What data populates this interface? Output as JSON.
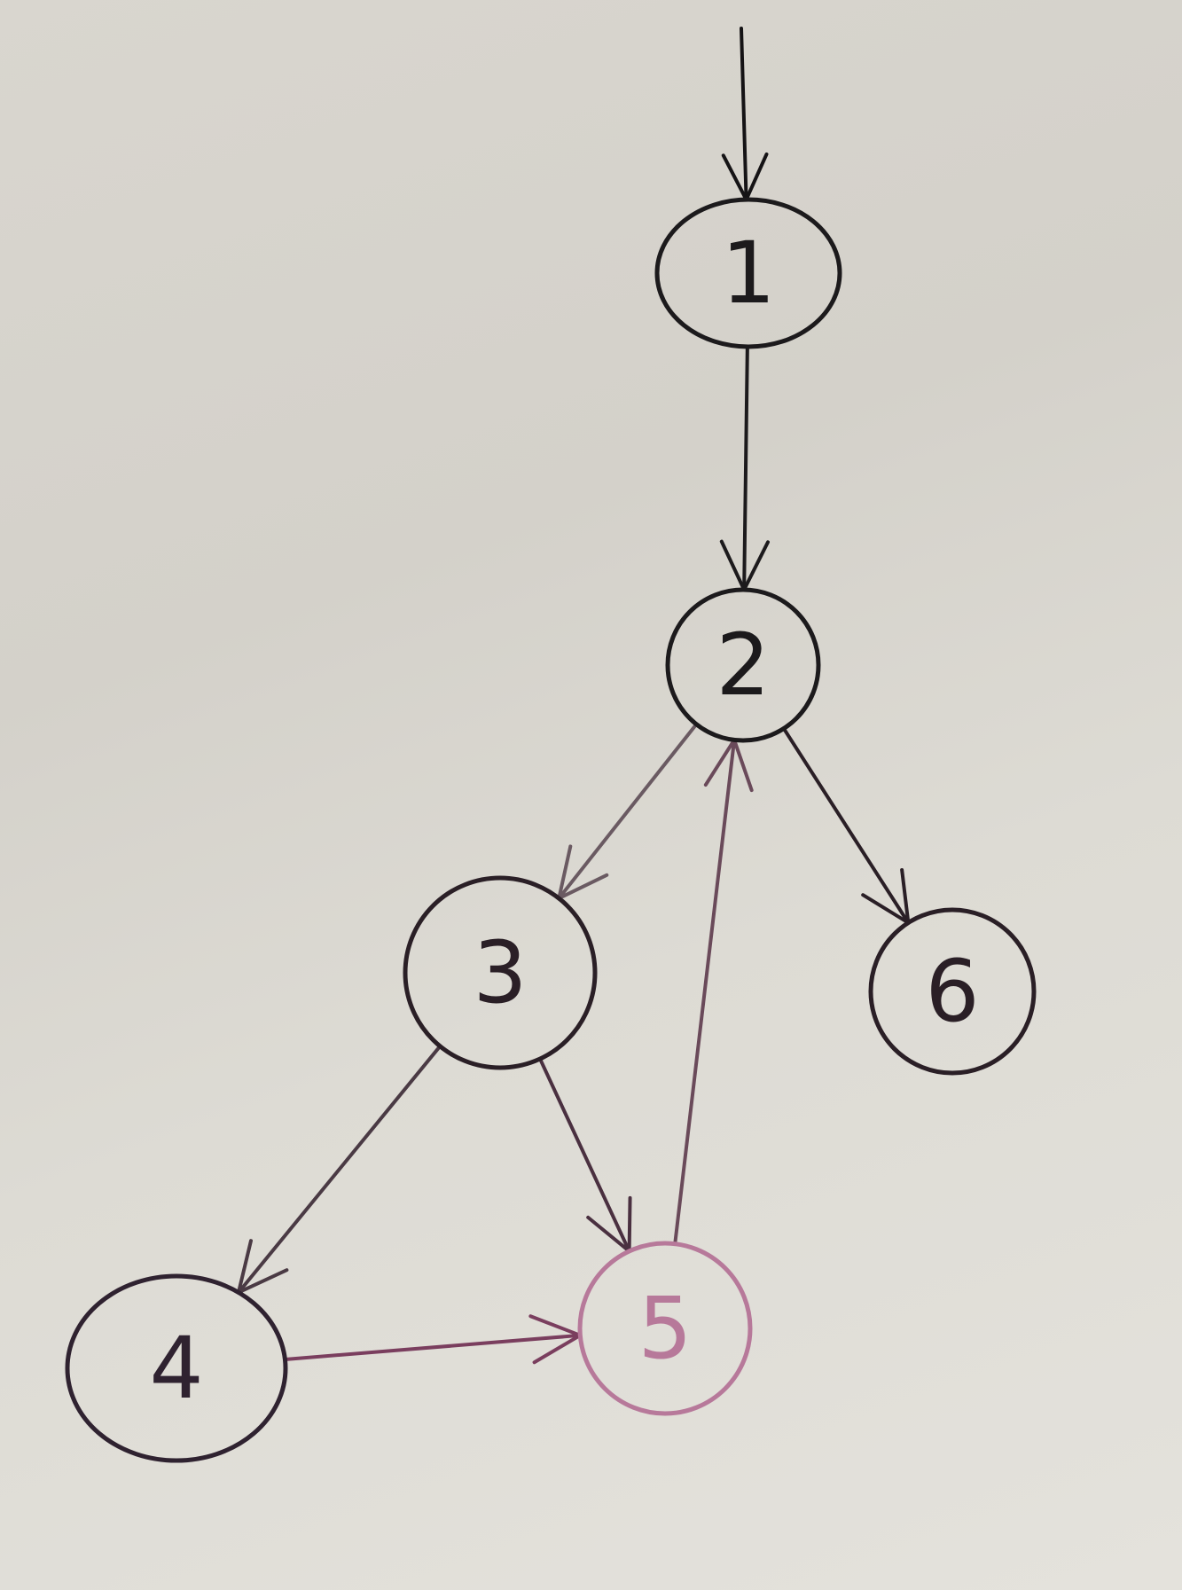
{
  "graph": {
    "nodes": [
      {
        "id": "1",
        "label": "1",
        "ink": "#1c1a1c"
      },
      {
        "id": "2",
        "label": "2",
        "ink": "#1c1a1c"
      },
      {
        "id": "3",
        "label": "3",
        "ink": "#2a1f26"
      },
      {
        "id": "4",
        "label": "4",
        "ink": "#2f2230"
      },
      {
        "id": "5",
        "label": "5",
        "ink": "#b7799a"
      },
      {
        "id": "6",
        "label": "6",
        "ink": "#2a1f26"
      }
    ],
    "edges": [
      {
        "from": "start",
        "to": "1",
        "ink": "#151315"
      },
      {
        "from": "1",
        "to": "2",
        "ink": "#1c1a1c"
      },
      {
        "from": "2",
        "to": "3",
        "ink": "#6a5a62"
      },
      {
        "from": "2",
        "to": "6",
        "ink": "#2a1f26"
      },
      {
        "from": "3",
        "to": "4",
        "ink": "#4a3a44"
      },
      {
        "from": "3",
        "to": "5",
        "ink": "#4a3040"
      },
      {
        "from": "4",
        "to": "5",
        "ink": "#7a3e5e"
      },
      {
        "from": "5",
        "to": "2",
        "ink": "#6a4a5a"
      }
    ]
  }
}
